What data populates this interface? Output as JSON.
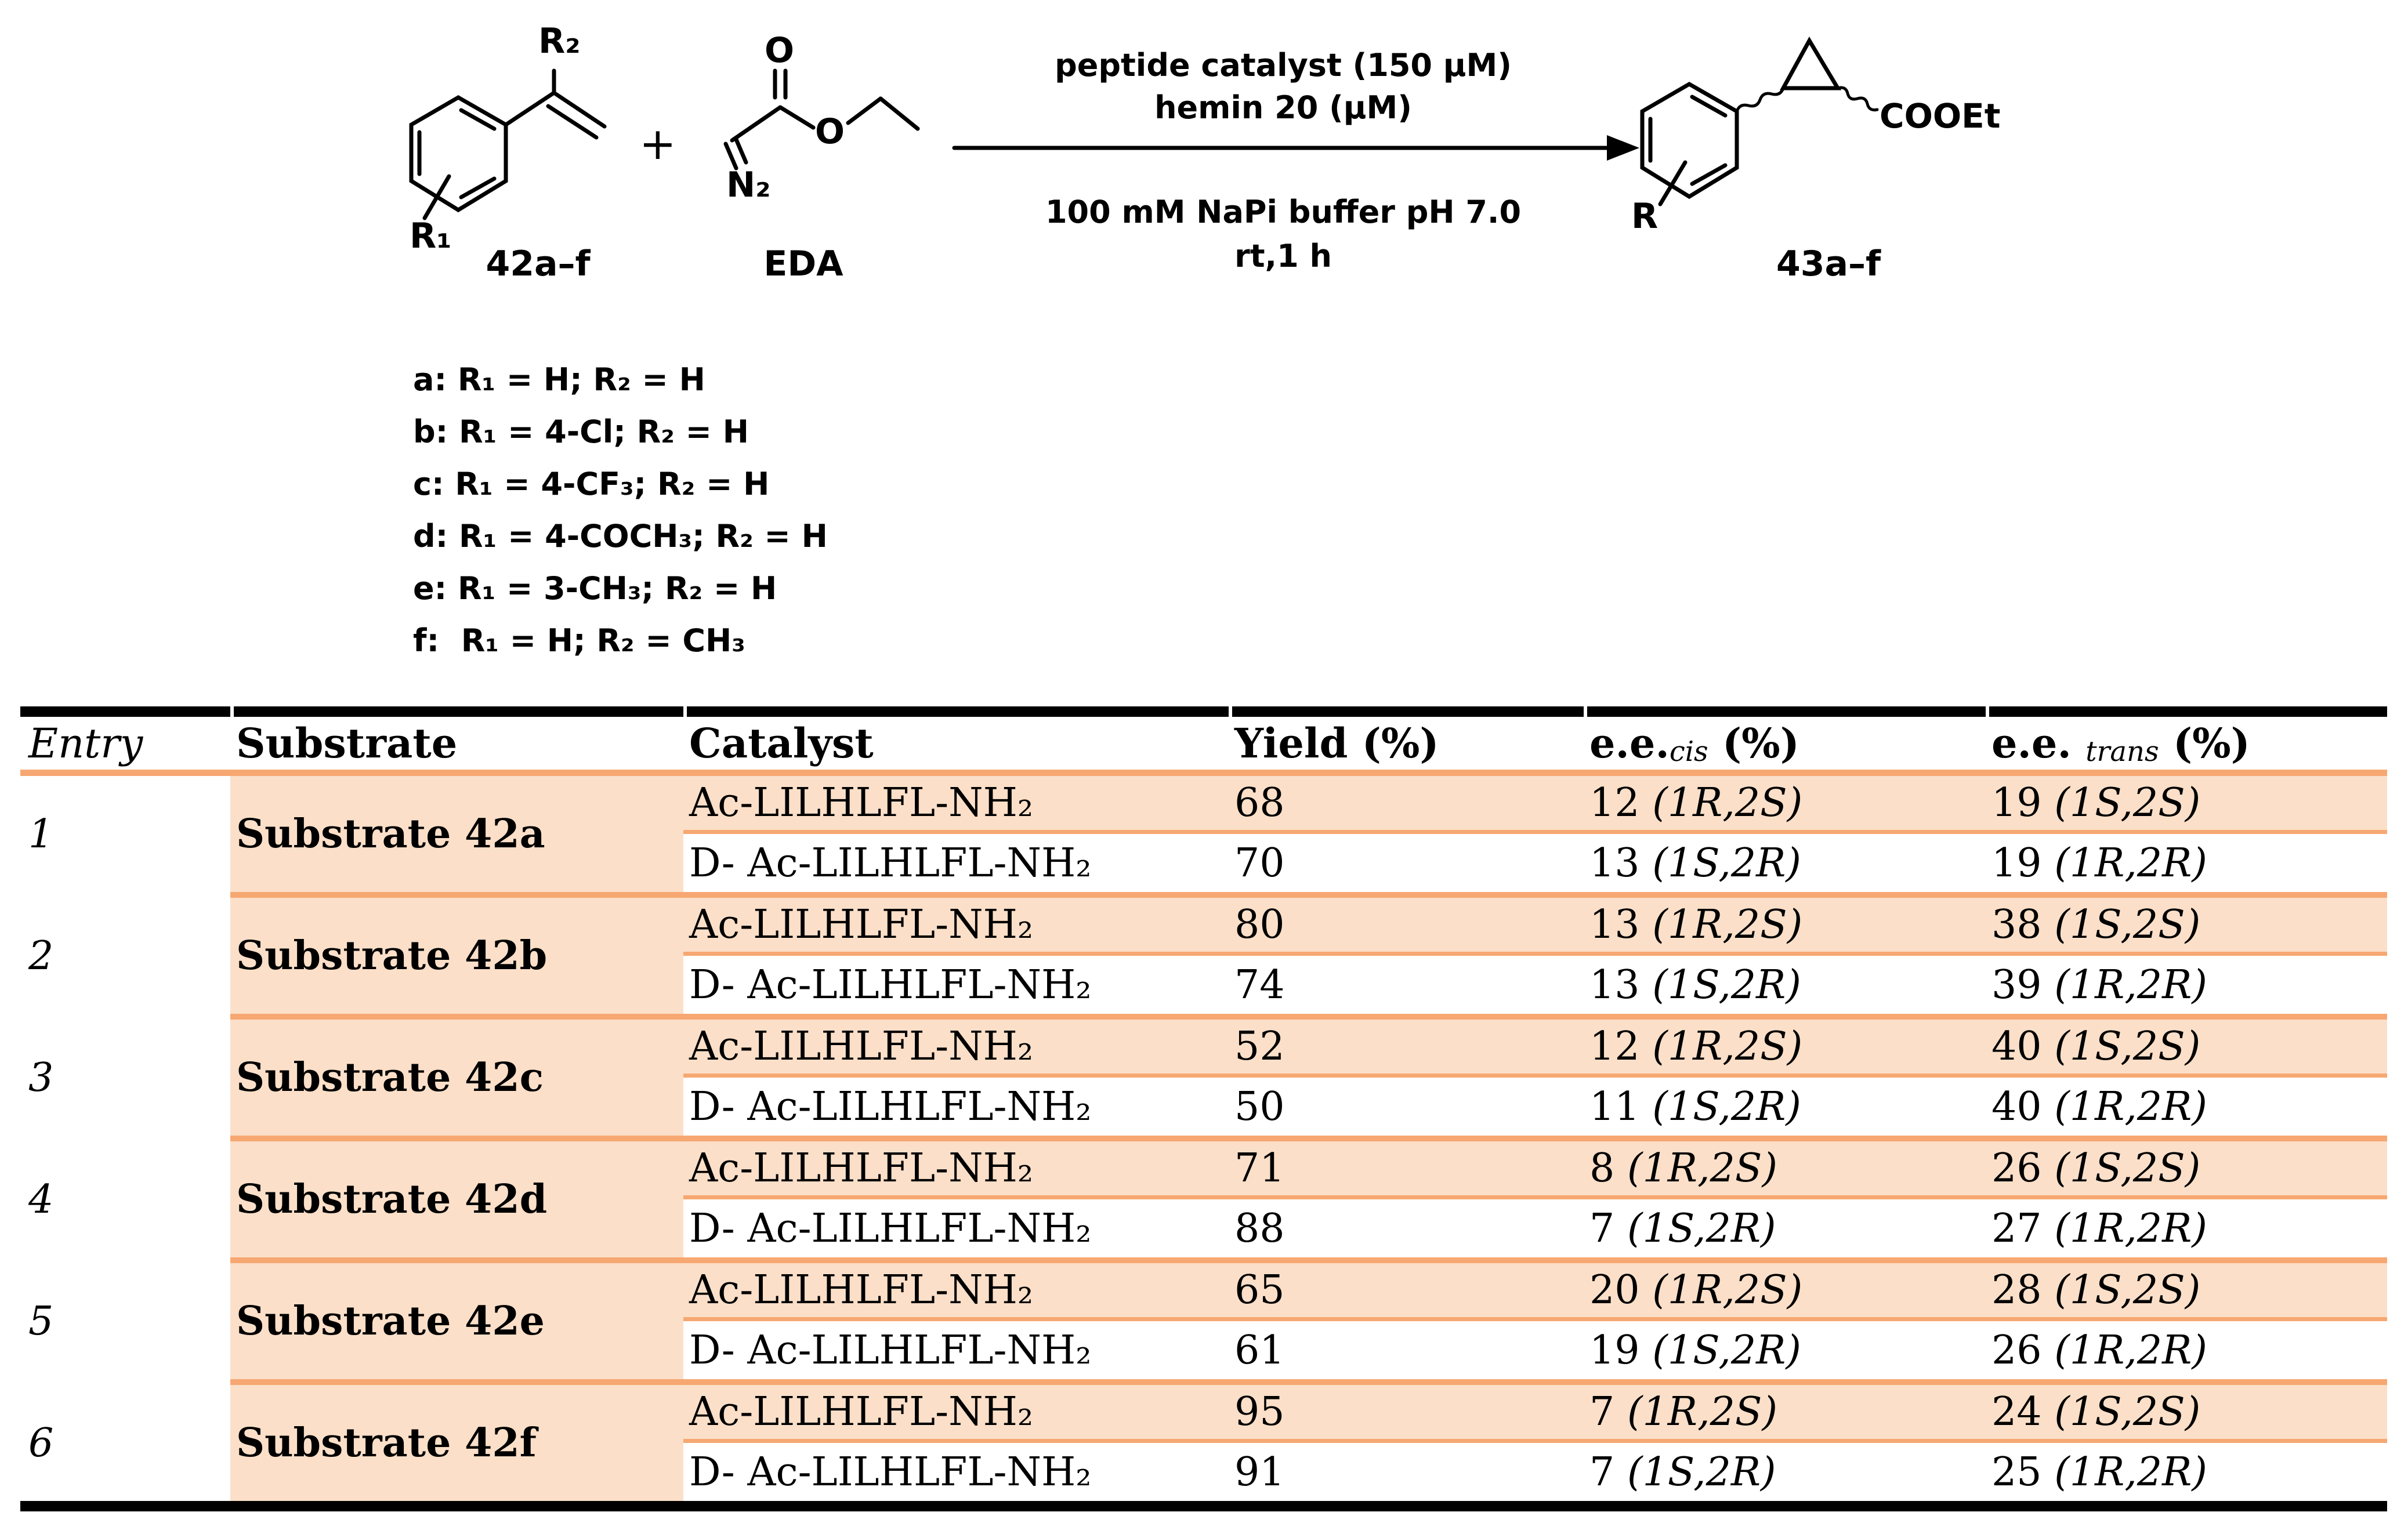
{
  "scheme": {
    "reactant": {
      "r2_label": "R₂",
      "r1_label": "R₁",
      "id_label": "42a–f"
    },
    "plus_sign": "+",
    "eda": {
      "carbonyl_o_label": "O",
      "n2_label": "N₂",
      "id_label": "EDA"
    },
    "conditions": {
      "above1": "peptide catalyst (150 μM)",
      "above2": "hemin 20 (μM)",
      "below1": "100 mM NaPi buffer pH 7.0",
      "below2": "rt,1 h"
    },
    "product": {
      "r_label": "R",
      "ester_label": "COOEt",
      "id_label": "43a–f"
    },
    "legend": [
      "a: R₁ = H; R₂ = H",
      "b: R₁ = 4-Cl; R₂ = H",
      "c: R₁ = 4-CF₃; R₂ = H",
      "d: R₁ = 4-COCH₃; R₂ = H",
      "e: R₁ = 3-CH₃; R₂ = H",
      "f:  R₁ = H; R₂ = CH₃"
    ]
  },
  "table": {
    "headers": {
      "entry": "Entry",
      "substrate": "Substrate",
      "catalyst": "Catalyst",
      "yield": "Yield (%)",
      "ee_cis_prefix": "e.e.",
      "ee_cis_word": "cis",
      "ee_cis_suffix": " (%)",
      "ee_trans_prefix": "e.e. ",
      "ee_trans_word": "trans",
      "ee_trans_suffix": " (%)"
    },
    "entries": [
      {
        "entry": "1",
        "substrate": "Substrate 42a",
        "rows": [
          {
            "catalyst": "Ac-LILHLFL-NH₂",
            "yield": "68",
            "cis_v": "12",
            "cis_c": "(1R,2S)",
            "trans_v": "19",
            "trans_c": "(1S,2S)"
          },
          {
            "catalyst": "D- Ac-LILHLFL-NH₂",
            "yield": "70",
            "cis_v": "13",
            "cis_c": "(1S,2R)",
            "trans_v": "19",
            "trans_c": "(1R,2R)"
          }
        ]
      },
      {
        "entry": "2",
        "substrate": "Substrate 42b",
        "rows": [
          {
            "catalyst": "Ac-LILHLFL-NH₂",
            "yield": "80",
            "cis_v": "13",
            "cis_c": "(1R,2S)",
            "trans_v": "38",
            "trans_c": "(1S,2S)"
          },
          {
            "catalyst": "D- Ac-LILHLFL-NH₂",
            "yield": "74",
            "cis_v": "13",
            "cis_c": "(1S,2R)",
            "trans_v": "39",
            "trans_c": "(1R,2R)"
          }
        ]
      },
      {
        "entry": "3",
        "substrate": "Substrate 42c",
        "rows": [
          {
            "catalyst": "Ac-LILHLFL-NH₂",
            "yield": "52",
            "cis_v": "12",
            "cis_c": "(1R,2S)",
            "trans_v": "40",
            "trans_c": "(1S,2S)"
          },
          {
            "catalyst": "D- Ac-LILHLFL-NH₂",
            "yield": "50",
            "cis_v": "11",
            "cis_c": "(1S,2R)",
            "trans_v": "40",
            "trans_c": "(1R,2R)"
          }
        ]
      },
      {
        "entry": "4",
        "substrate": "Substrate 42d",
        "rows": [
          {
            "catalyst": "Ac-LILHLFL-NH₂",
            "yield": "71",
            "cis_v": "8",
            "cis_c": "(1R,2S)",
            "trans_v": "26",
            "trans_c": "(1S,2S)"
          },
          {
            "catalyst": "D- Ac-LILHLFL-NH₂",
            "yield": "88",
            "cis_v": "7",
            "cis_c": "(1S,2R)",
            "trans_v": "27",
            "trans_c": "(1R,2R)"
          }
        ]
      },
      {
        "entry": "5",
        "substrate": "Substrate 42e",
        "rows": [
          {
            "catalyst": "Ac-LILHLFL-NH₂",
            "yield": "65",
            "cis_v": "20",
            "cis_c": "(1R,2S)",
            "trans_v": "28",
            "trans_c": "(1S,2S)"
          },
          {
            "catalyst": "D- Ac-LILHLFL-NH₂",
            "yield": "61",
            "cis_v": "19",
            "cis_c": "(1S,2R)",
            "trans_v": "26",
            "trans_c": "(1R,2R)"
          }
        ]
      },
      {
        "entry": "6",
        "substrate": "Substrate 42f",
        "rows": [
          {
            "catalyst": "Ac-LILHLFL-NH₂",
            "yield": "95",
            "cis_v": "7",
            "cis_c": "(1R,2S)",
            "trans_v": "24",
            "trans_c": "(1S,2S)"
          },
          {
            "catalyst": "D- Ac-LILHLFL-NH₂",
            "yield": "91",
            "cis_v": "7",
            "cis_c": "(1S,2R)",
            "trans_v": "25",
            "trans_c": "(1R,2R)"
          }
        ]
      }
    ]
  },
  "colors": {
    "row_shade": "#FBDFC8",
    "rule_orange": "#F7A771",
    "ink": "#000000"
  }
}
